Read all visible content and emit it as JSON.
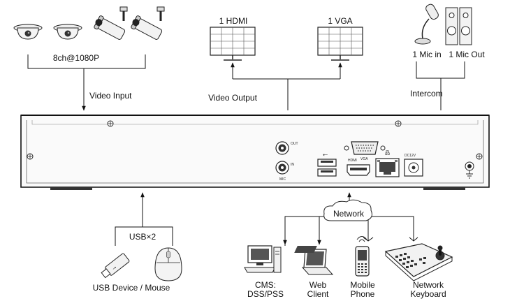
{
  "inputs": {
    "cameras_label": "8ch@1080P",
    "video_input_label": "Video Input"
  },
  "outputs": {
    "hdmi_label": "1 HDMI",
    "vga_label": "1 VGA",
    "video_output_label": "Video Output"
  },
  "audio": {
    "mic_in_label": "1 Mic in",
    "mic_out_label": "1 Mic Out",
    "intercom_label": "Intercom"
  },
  "usb": {
    "usb_count_label": "USB×2",
    "device_label": "USB Device / Mouse"
  },
  "network": {
    "cloud_label": "Network",
    "devices": [
      {
        "line1": "CMS:",
        "line2": "DSS/PSS"
      },
      {
        "line1": "Web",
        "line2": "Client"
      },
      {
        "line1": "Mobile",
        "line2": "Phone"
      },
      {
        "line1": "Network",
        "line2": "Keyboard"
      }
    ]
  },
  "panel": {
    "port_labels": {
      "audio_out": "OUT",
      "audio_in": "IN",
      "mic": "MIC",
      "vga": "VGA",
      "hdmi": "HDMI",
      "power": "DC12V"
    }
  }
}
